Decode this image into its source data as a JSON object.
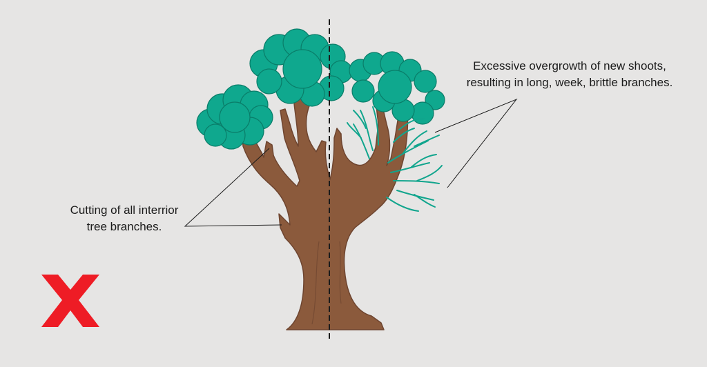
{
  "annotations": {
    "overgrowth": {
      "line1": "Excessive overgrowth of new shoots,",
      "line2": "resulting in long, week, brittle branches."
    },
    "cutting": {
      "line1": "Cutting of all interrior",
      "line2": "tree branches."
    }
  },
  "icons": {
    "wrong_mark": "x-icon"
  },
  "colors": {
    "background": "#e6e5e4",
    "trunk": "#8b5a3c",
    "trunk_outline": "#6e4530",
    "foliage": "#0fa88e",
    "foliage_outline": "#0a7d69",
    "shoots": "#11a58d",
    "wrong_mark": "#ee1c25",
    "lines": "#1b1b1b"
  }
}
